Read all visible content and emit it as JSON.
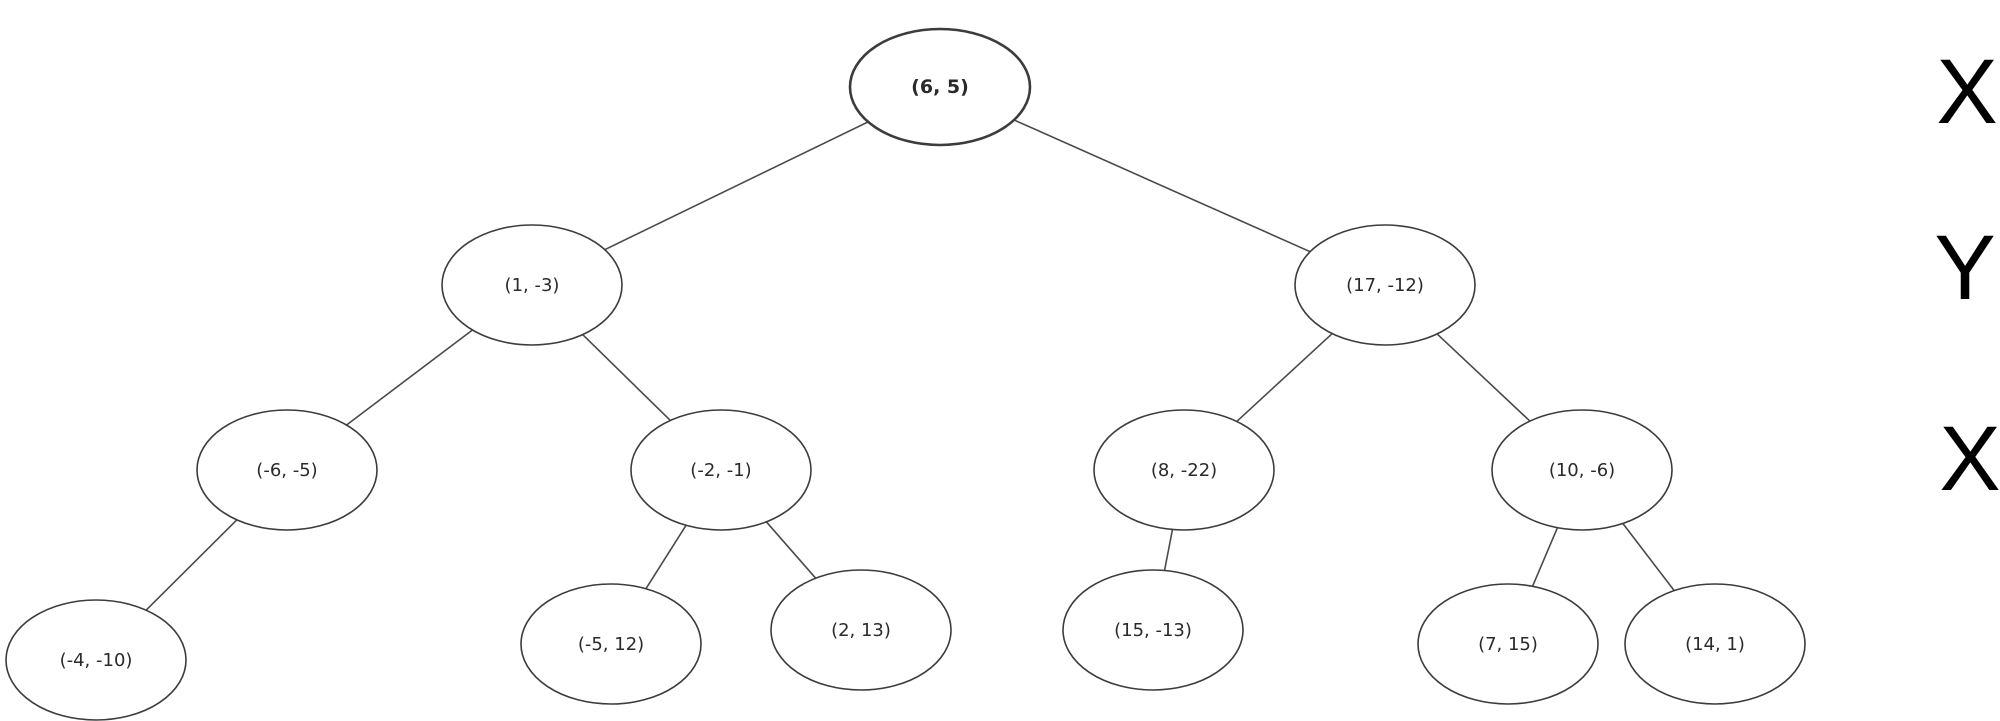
{
  "tree": {
    "nodes": [
      {
        "id": "n0",
        "label": "(6, 5)",
        "depth": 0
      },
      {
        "id": "n1",
        "label": "(1, -3)",
        "depth": 1
      },
      {
        "id": "n2",
        "label": "(17, -12)",
        "depth": 1
      },
      {
        "id": "n3",
        "label": "(-6, -5)",
        "depth": 2
      },
      {
        "id": "n4",
        "label": "(-2, -1)",
        "depth": 2
      },
      {
        "id": "n5",
        "label": "(8, -22)",
        "depth": 2
      },
      {
        "id": "n6",
        "label": "(10, -6)",
        "depth": 2
      },
      {
        "id": "n7",
        "label": "(-4, -10)",
        "depth": 3
      },
      {
        "id": "n8",
        "label": "(-5, 12)",
        "depth": 3
      },
      {
        "id": "n9",
        "label": "(2, 13)",
        "depth": 3
      },
      {
        "id": "n10",
        "label": "(15, -13)",
        "depth": 3
      },
      {
        "id": "n11",
        "label": "(7, 15)",
        "depth": 3
      },
      {
        "id": "n12",
        "label": "(14, 1)",
        "depth": 3
      }
    ],
    "edges": [
      [
        "n0",
        "n1"
      ],
      [
        "n0",
        "n2"
      ],
      [
        "n1",
        "n3"
      ],
      [
        "n1",
        "n4"
      ],
      [
        "n2",
        "n5"
      ],
      [
        "n2",
        "n6"
      ],
      [
        "n3",
        "n7"
      ],
      [
        "n4",
        "n8"
      ],
      [
        "n4",
        "n9"
      ],
      [
        "n5",
        "n10"
      ],
      [
        "n6",
        "n11"
      ],
      [
        "n6",
        "n12"
      ]
    ]
  },
  "split_axes": {
    "level_0": "X",
    "level_1": "Y",
    "level_2": "X"
  }
}
